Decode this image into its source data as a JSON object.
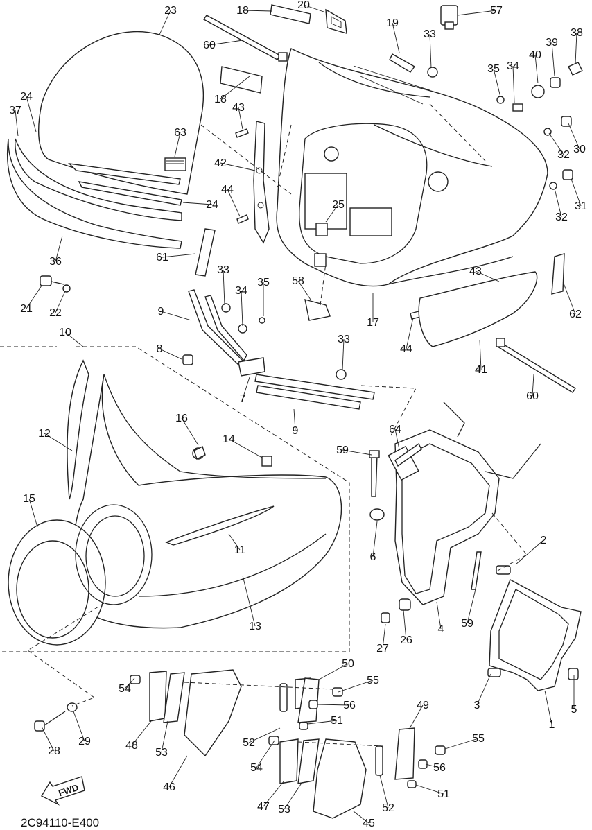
{
  "diagram_code": "2C94110-E400",
  "fwd_label": "FWD",
  "callouts": [
    "23",
    "18",
    "20",
    "57",
    "60",
    "19",
    "33",
    "38",
    "39",
    "40",
    "35",
    "34",
    "24",
    "37",
    "18",
    "43",
    "63",
    "30",
    "32",
    "42",
    "32",
    "31",
    "44",
    "24",
    "25",
    "61",
    "36",
    "58",
    "17",
    "43",
    "62",
    "21",
    "22",
    "33",
    "34",
    "35",
    "9",
    "10",
    "8",
    "44",
    "41",
    "33",
    "7",
    "9",
    "60",
    "12",
    "16",
    "14",
    "64",
    "59",
    "15",
    "11",
    "6",
    "2",
    "13",
    "27",
    "26",
    "4",
    "59",
    "1",
    "50",
    "55",
    "54",
    "56",
    "3",
    "5",
    "28",
    "29",
    "51",
    "48",
    "53",
    "52",
    "49",
    "55",
    "46",
    "54",
    "56",
    "47",
    "53",
    "52",
    "51",
    "45"
  ]
}
